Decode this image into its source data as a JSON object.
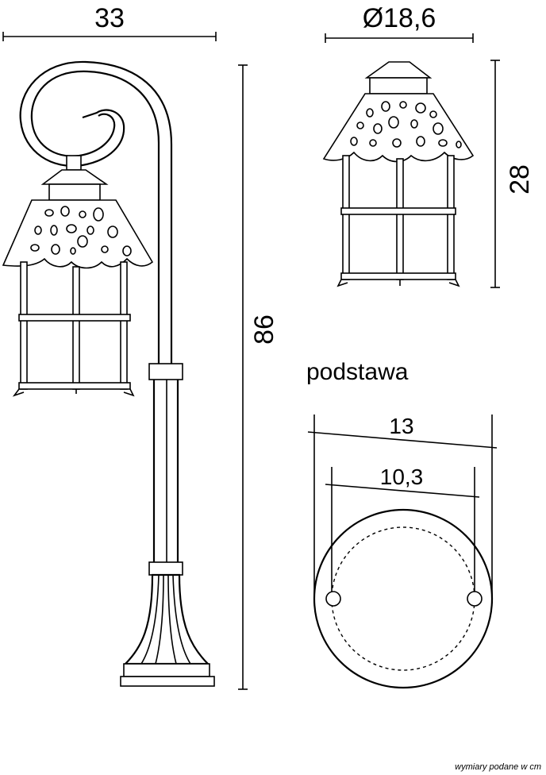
{
  "dimensions": {
    "width_total": "33",
    "height_total": "86",
    "lantern_diameter": "Ø18,6",
    "lantern_height": "28",
    "base_outer": "13",
    "base_mount": "10,3"
  },
  "labels": {
    "base_title": "podstawa",
    "units_note": "wymiary podane w cm"
  }
}
